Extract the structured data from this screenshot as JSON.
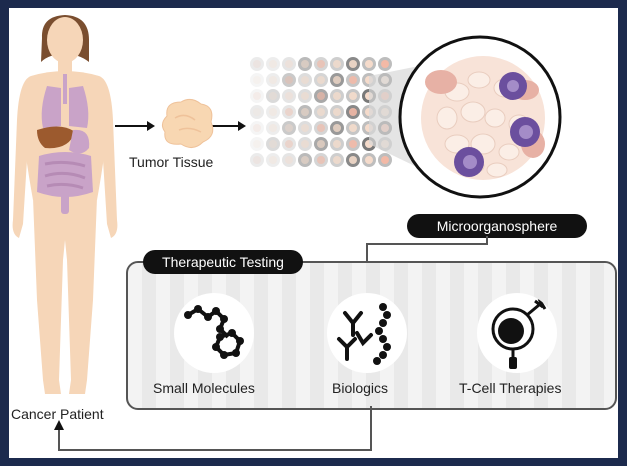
{
  "labels": {
    "patient": "Cancer Patient",
    "tissue": "Tumor Tissue",
    "mos": "Microorganosphere",
    "testing": "Therapeutic Testing",
    "small_molecules": "Small Molecules",
    "biologics": "Biologics",
    "tcell": "T-Cell Therapies"
  },
  "colors": {
    "background": "#1c2a4d",
    "skin": "#f6d6b8",
    "hair": "#7a4e2f",
    "organ": "#c9a3c8",
    "liver": "#9c5a2e",
    "cell_purple": "#6b4f9e",
    "pill": "#111111"
  },
  "icons": [
    "body-icon",
    "tumor-tissue-icon",
    "droplet-array-icon",
    "organoid-icon",
    "molecule-icon",
    "antibody-icon",
    "tcell-icon"
  ]
}
